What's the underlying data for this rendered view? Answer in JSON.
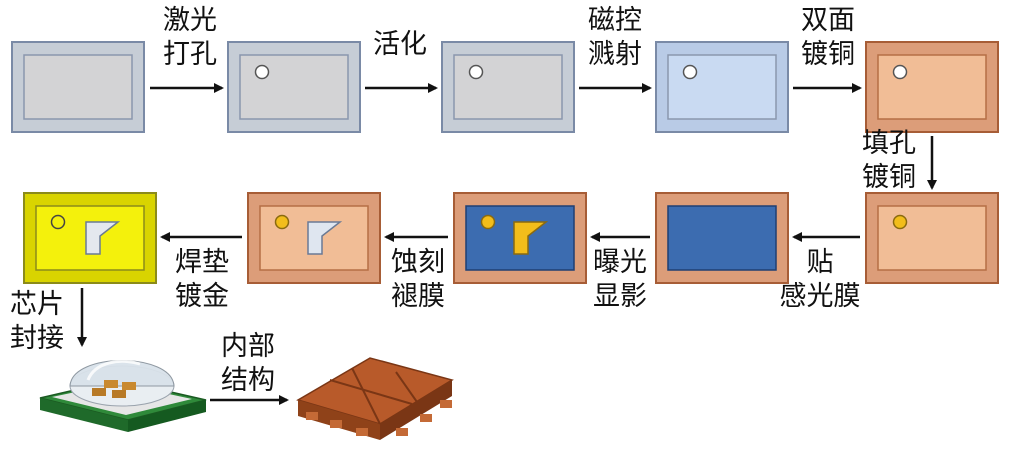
{
  "steps": {
    "s1": "激光\n打孔",
    "s2": "活化",
    "s3": "磁控\n溅射",
    "s4": "双面\n镀铜",
    "s5": "填孔\n镀铜",
    "s6": "贴\n感光膜",
    "s7": "曝光\n显影",
    "s8": "蚀刻\n褪膜",
    "s9": "焊垫\n镀金",
    "s10": "芯片\n封接",
    "s11": "内部\n结构"
  },
  "colors": {
    "bevel_gray": "#c6cdd6",
    "face_gray": "#d3d3d5",
    "face_lightblue": "#c9daf2",
    "face_copper": "#f1bd96",
    "face_darkblue": "#3c6cb0",
    "face_gold": "#f4f10c",
    "copper_dark": "#a75d36",
    "copper_bevel": "#dc9d79",
    "pad_gold": "#f2bd1b",
    "outline": "#7a8aa6",
    "arrow": "#111111"
  }
}
